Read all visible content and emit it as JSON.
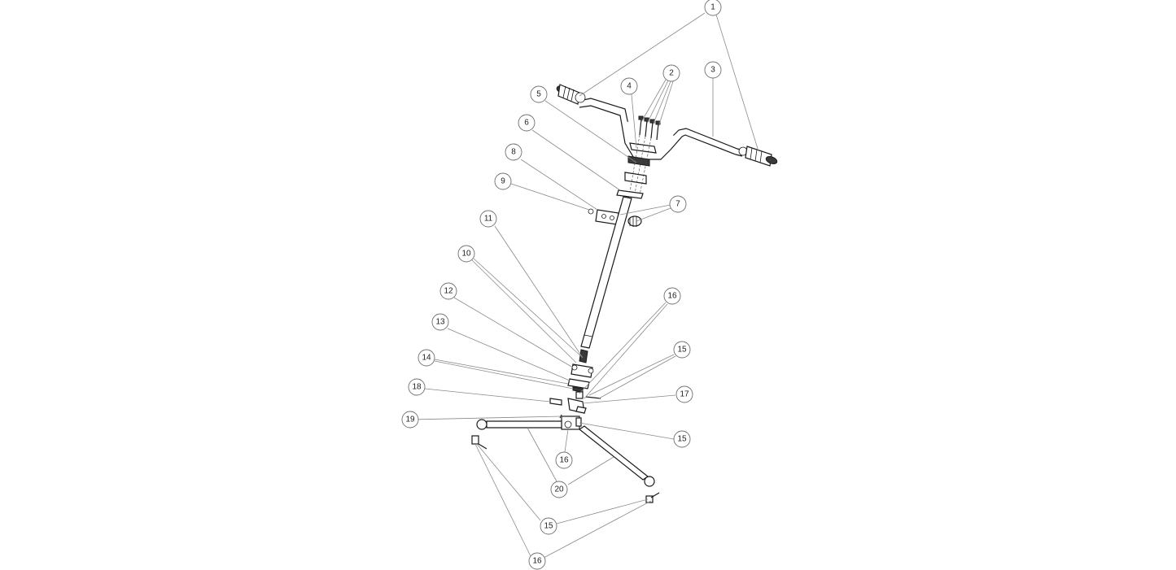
{
  "diagram": {
    "type": "exploded-parts-diagram",
    "callouts": [
      {
        "id": "c1",
        "label": "1"
      },
      {
        "id": "c2",
        "label": "2"
      },
      {
        "id": "c3",
        "label": "3"
      },
      {
        "id": "c4",
        "label": "4"
      },
      {
        "id": "c5",
        "label": "5"
      },
      {
        "id": "c6",
        "label": "6"
      },
      {
        "id": "c7",
        "label": "7"
      },
      {
        "id": "c8",
        "label": "8"
      },
      {
        "id": "c9",
        "label": "9"
      },
      {
        "id": "c10",
        "label": "10"
      },
      {
        "id": "c11",
        "label": "11"
      },
      {
        "id": "c12",
        "label": "12"
      },
      {
        "id": "c13",
        "label": "13"
      },
      {
        "id": "c14",
        "label": "14"
      },
      {
        "id": "c15a",
        "label": "15"
      },
      {
        "id": "c15b",
        "label": "15"
      },
      {
        "id": "c15c",
        "label": "15"
      },
      {
        "id": "c16a",
        "label": "16"
      },
      {
        "id": "c16b",
        "label": "16"
      },
      {
        "id": "c16c",
        "label": "16"
      },
      {
        "id": "c17",
        "label": "17"
      },
      {
        "id": "c18",
        "label": "18"
      },
      {
        "id": "c19",
        "label": "19"
      },
      {
        "id": "c20",
        "label": "20"
      }
    ]
  }
}
